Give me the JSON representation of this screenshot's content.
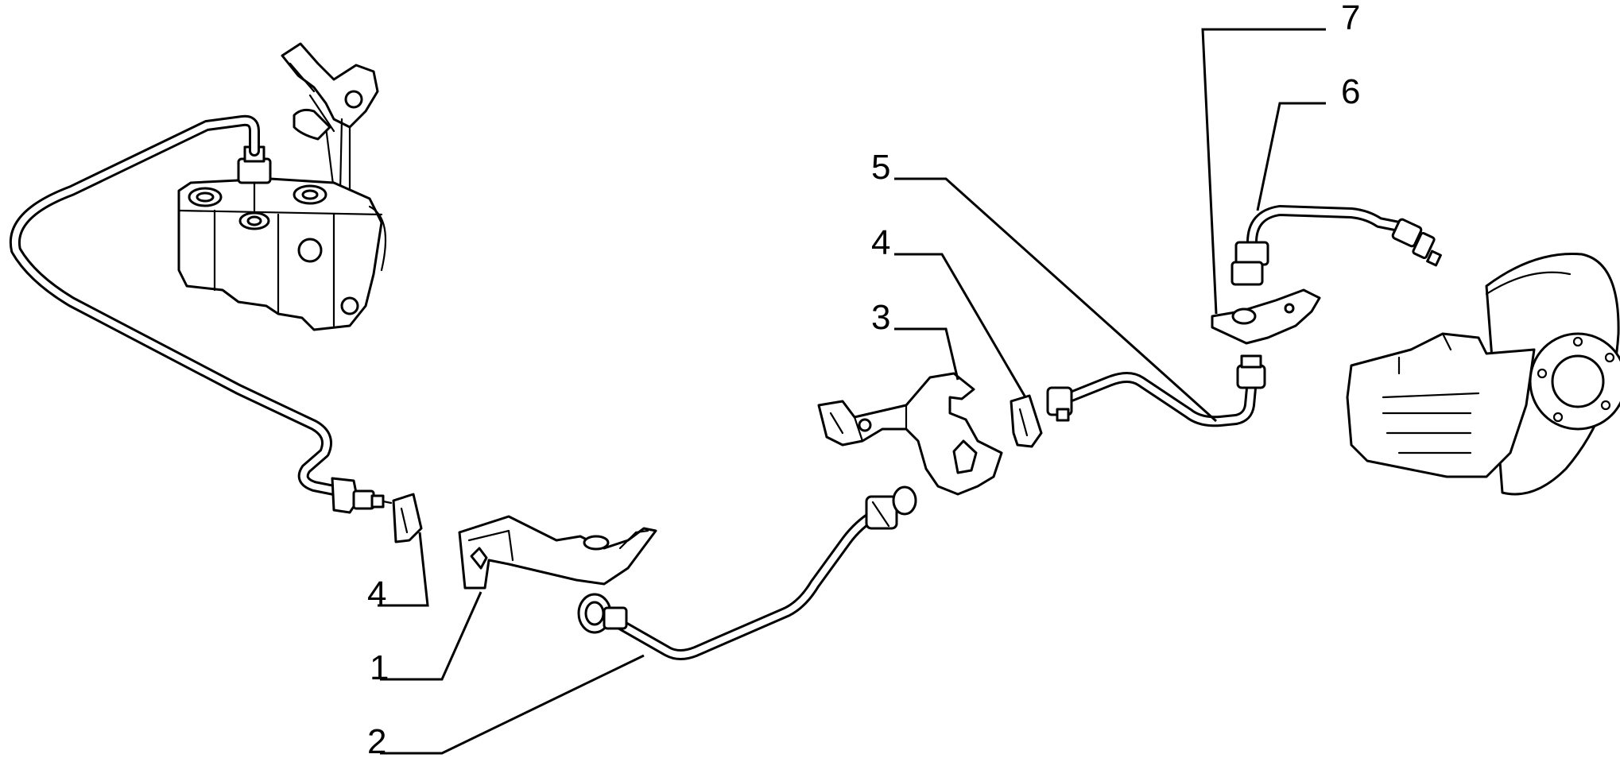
{
  "callouts": {
    "c1": "1",
    "c2": "2",
    "c3": "3",
    "c4_left": "4",
    "c4_right": "4",
    "c5": "5",
    "c6": "6",
    "c7": "7"
  },
  "colors": {
    "line": "#000000",
    "background": "#ffffff"
  }
}
